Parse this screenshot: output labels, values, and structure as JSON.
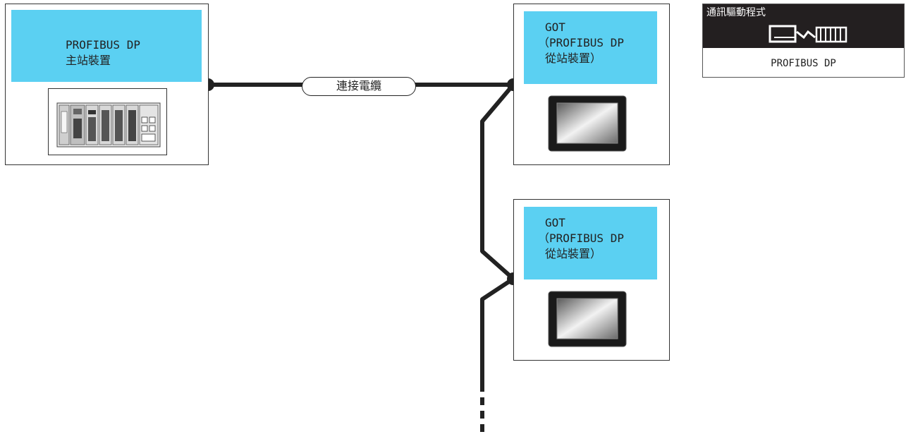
{
  "master": {
    "label_lines": [
      "PROFIBUS DP",
      "主站裝置"
    ]
  },
  "cable": {
    "label": "連接電纜"
  },
  "slaves": [
    {
      "label_lines": [
        "GOT",
        "（PROFIBUS DP",
        "從站裝置）"
      ]
    },
    {
      "label_lines": [
        "GOT",
        "（PROFIBUS DP",
        "從站裝置）"
      ]
    }
  ],
  "driver": {
    "title": "通訊驅動程式",
    "name": "PROFIBUS DP"
  },
  "colors": {
    "label_fill": "#5bd0f2",
    "line": "#222222",
    "header": "#231f20"
  }
}
